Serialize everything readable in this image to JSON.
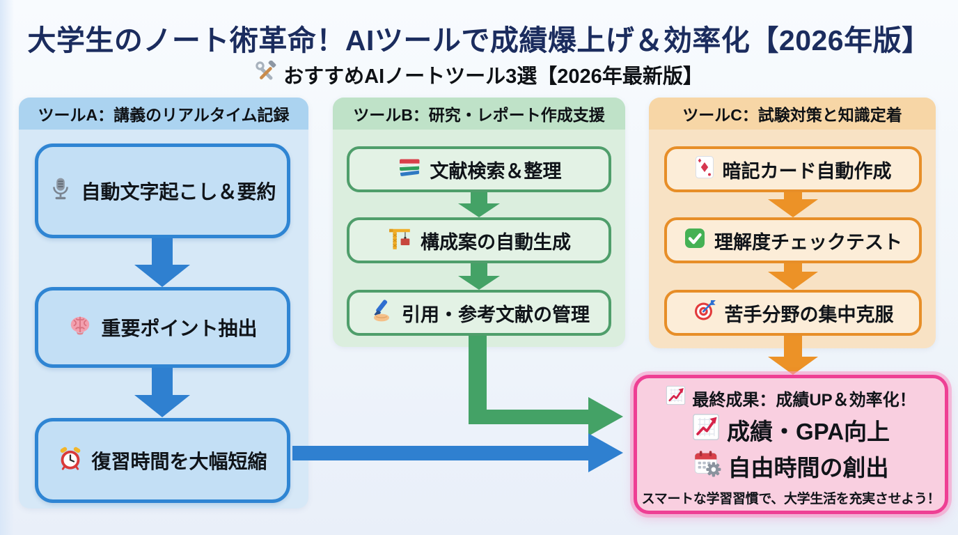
{
  "page": {
    "title": "大学生のノート術革命！AIツールで成績爆上げ＆効率化【2026年版】",
    "subtitle": "おすすめAIノートツール3選【2026年最新版】",
    "subtitle_icon": "hammer-wrench-icon"
  },
  "colors": {
    "title_navy": "#1b2c5e",
    "column_a_accent": "#2f85d3",
    "column_b_accent": "#4f9e6b",
    "column_c_accent": "#e78e28",
    "arrow_blue": "#2f80d0",
    "arrow_green": "#44a266",
    "arrow_orange": "#ec9227",
    "result_border_pink": "#ee3f94",
    "result_bg_pink": "#f9cfe0"
  },
  "columns": [
    {
      "id": "A",
      "header": "ツールA：講義のリアルタイム記録",
      "theme": "blue",
      "steps": [
        {
          "icon": "microphone-icon",
          "label": "自動文字起こし＆要約"
        },
        {
          "icon": "brain-icon",
          "label": "重要ポイント抽出"
        },
        {
          "icon": "alarm-clock-icon",
          "label": "復習時間を大幅短縮"
        }
      ]
    },
    {
      "id": "B",
      "header": "ツールB：研究・レポート作成支援",
      "theme": "green",
      "steps": [
        {
          "icon": "books-icon",
          "label": "文献検索＆整理"
        },
        {
          "icon": "construction-crane-icon",
          "label": "構成案の自動生成"
        },
        {
          "icon": "writing-hand-icon",
          "label": "引用・参考文献の管理"
        }
      ]
    },
    {
      "id": "C",
      "header": "ツールC：試験対策と知識定着",
      "theme": "orange",
      "steps": [
        {
          "icon": "flashcard-icon",
          "label": "暗記カード自動作成"
        },
        {
          "icon": "check-mark-icon",
          "label": "理解度チェックテスト"
        },
        {
          "icon": "target-icon",
          "label": "苦手分野の集中克服"
        }
      ]
    }
  ],
  "result": {
    "title_icon": "chart-increasing-icon",
    "title": "最終成果：成績UP＆効率化！",
    "items": [
      {
        "icon": "chart-increasing-icon",
        "label": "成績・GPA向上"
      },
      {
        "icon": "calendar-gear-icon",
        "label": "自由時間の創出"
      }
    ],
    "footer": "スマートな学習習慣で、大学生活を充実させよう！"
  }
}
